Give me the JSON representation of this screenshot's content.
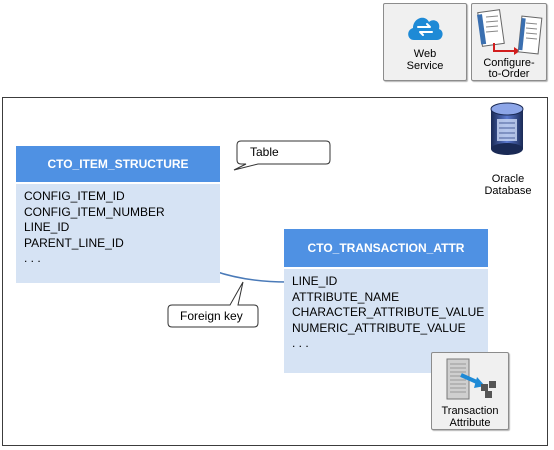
{
  "toolbar": {
    "web_service": {
      "label_line1": "Web",
      "label_line2": "Service",
      "icon": "cloud-arrows-icon"
    },
    "configure_to_order": {
      "label_line1": "Configure-",
      "label_line2": "to-Order",
      "icon": "document-transfer-icon"
    }
  },
  "diagram": {
    "database": {
      "label_line1": "Oracle",
      "label_line2": "Database",
      "icon": "database-cylinder-icon"
    },
    "table_callout": "Table",
    "foreign_key_callout": "Foreign key",
    "item_structure": {
      "title": "CTO_ITEM_STRUCTURE",
      "columns": [
        "CONFIG_ITEM_ID",
        "CONFIG_ITEM_NUMBER",
        "LINE_ID",
        "PARENT_LINE_ID",
        ". . ."
      ]
    },
    "transaction_attr": {
      "title": "CTO_TRANSACTION_ATTR",
      "columns": [
        "LINE_ID",
        "ATTRIBUTE_NAME",
        "CHARACTER_ATTRIBUTE_VALUE",
        "NUMERIC_ATTRIBUTE_VALUE",
        ". . ."
      ]
    },
    "transaction_attribute_icon": {
      "label_line1": "Transaction",
      "label_line2": "Attribute",
      "icon": "server-export-icon"
    }
  },
  "colors": {
    "table_header": "#4f91e3",
    "table_body": "#d6e3f4",
    "arrow": "#4a7ab8",
    "cloud": "#1e8ad6"
  }
}
